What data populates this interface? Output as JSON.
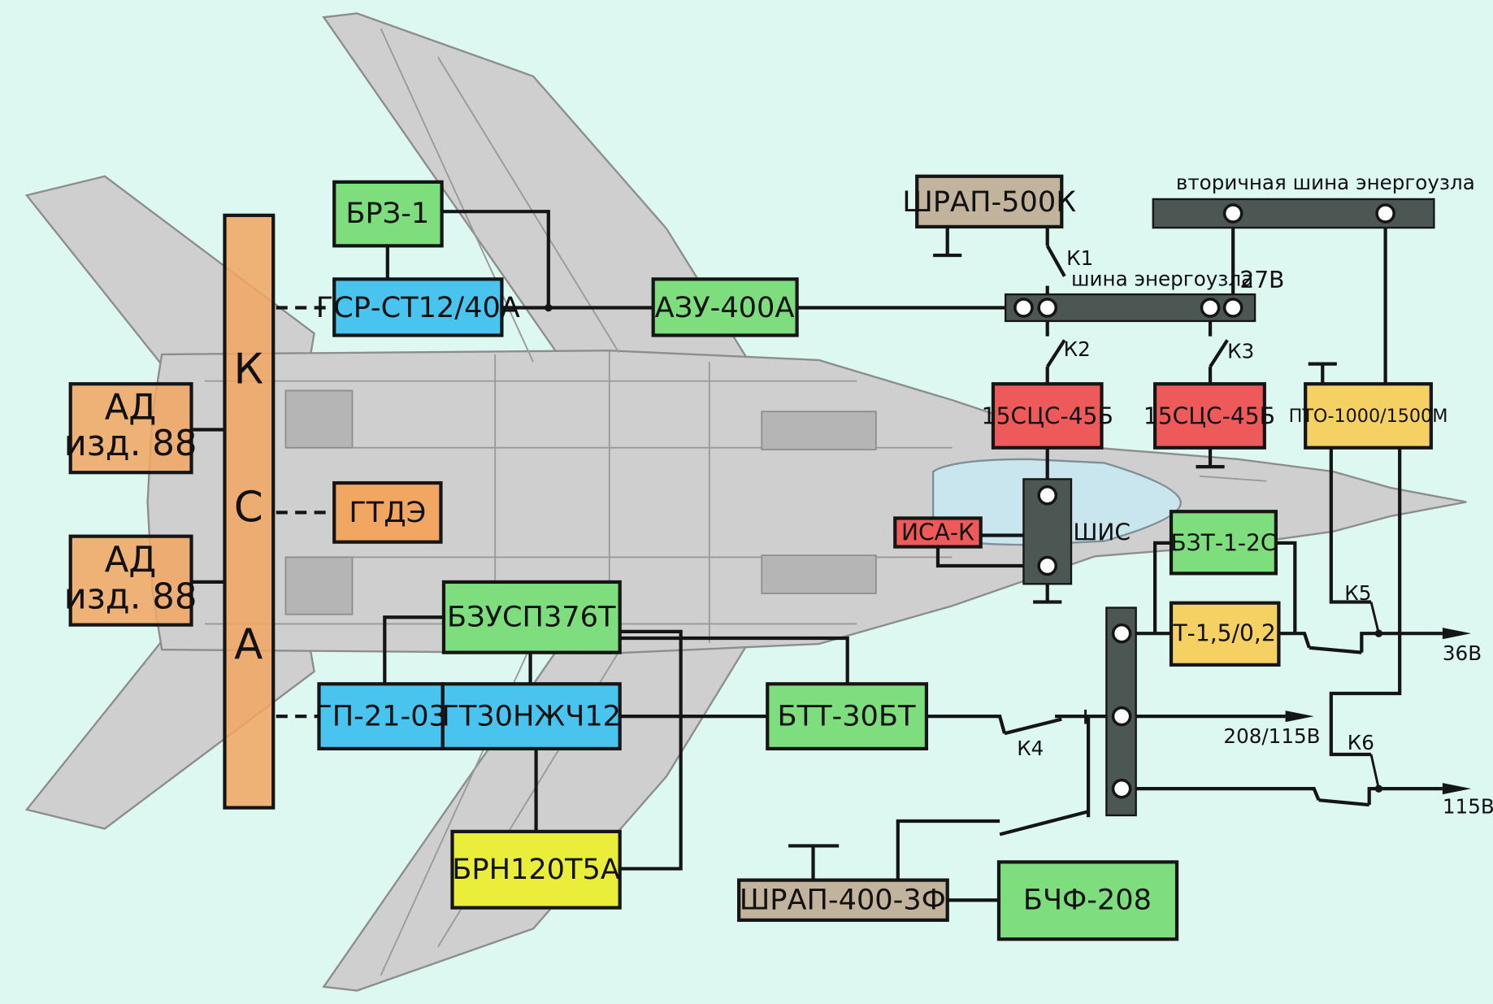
{
  "colors": {
    "background": "#dcf8f0",
    "generator": "#48c4ef",
    "unit": "#7ede7e",
    "converter": "#f1a662",
    "ksa": "#f1a662",
    "relay_red": "#ee5a5a",
    "yellow_orange": "#f5d063",
    "lemon": "#eaee3a",
    "connector": "#c2b49c",
    "bus": "#4c5653"
  },
  "ksa": {
    "letters": [
      "К",
      "С",
      "А"
    ]
  },
  "engines": [
    {
      "line1": "АД",
      "line2": "изд. 88"
    },
    {
      "line1": "АД",
      "line2": "изд. 88"
    }
  ],
  "units": {
    "brz": "БРЗ-1",
    "gsr": "ГСР-СТ12/40А",
    "azu": "АЗУ-400А",
    "gtde": "ГТДЭ",
    "bzusp": "БЗУСП376Т",
    "gp21": "ГП-21-03",
    "gt30": "ГТ30НЖЧ12",
    "btt": "БТТ-30БТ",
    "brn": "БРН120Т5А",
    "shrap400": "ШРАП-400-3Ф",
    "bchf": "БЧФ-208",
    "shrap500": "ШРАП-500К",
    "sts1": "15СЦС-45Б",
    "sts2": "15СЦС-45Б",
    "pto": "ПТО-1000/1500М",
    "isa": "ИСА-К",
    "bzt": "БЗТ-1-2С",
    "t15": "Т-1,5/0,2"
  },
  "labels": {
    "secondary_bus": "вторичная шина энергоузла",
    "main_bus": "шина энергоузла",
    "shis": "ШИС",
    "v27": "27В",
    "v36": "36В",
    "v208": "208/115В",
    "v115": "115В"
  },
  "switches": {
    "k1": "К1",
    "k2": "К2",
    "k3": "К3",
    "k4": "К4",
    "k5": "К5",
    "k6": "К6"
  }
}
